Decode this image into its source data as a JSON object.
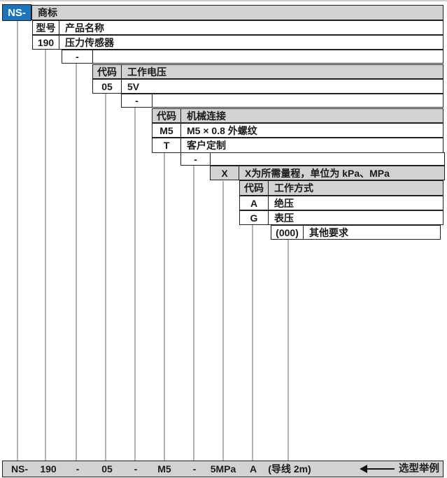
{
  "colors": {
    "accent_blue": "#1c75bc",
    "header_gray": "#d2d2d4",
    "connector_gray": "#b3b3b3",
    "border_black": "#1f1f1f"
  },
  "prefix": {
    "label": "NS-"
  },
  "brand": {
    "label": "商标"
  },
  "model": {
    "header_code": "型号",
    "header_name": "产品名称",
    "code": "190",
    "name": "压力传感器"
  },
  "separator": "-",
  "voltage": {
    "header_code": "代码",
    "header_name": "工作电压",
    "rows": [
      {
        "code": "05",
        "name": "5V"
      }
    ]
  },
  "connection": {
    "header_code": "代码",
    "header_name": "机械连接",
    "rows": [
      {
        "code": "M5",
        "name": "M5 × 0.8 外螺纹"
      },
      {
        "code": "T",
        "name": "客户定制"
      }
    ]
  },
  "range": {
    "code": "X",
    "desc": "X为所需量程，单位为 kPa、MPa"
  },
  "mode": {
    "header_code": "代码",
    "header_name": "工作方式",
    "rows": [
      {
        "code": "A",
        "name": "绝压"
      },
      {
        "code": "G",
        "name": "表压"
      }
    ]
  },
  "other": {
    "code": "(000)",
    "desc": "其他要求"
  },
  "example": {
    "parts": [
      "NS-",
      "190",
      "-",
      "05",
      "-",
      "M5",
      "-",
      "5MPa",
      "A",
      "(导线 2m)"
    ],
    "label": "选型举例"
  }
}
